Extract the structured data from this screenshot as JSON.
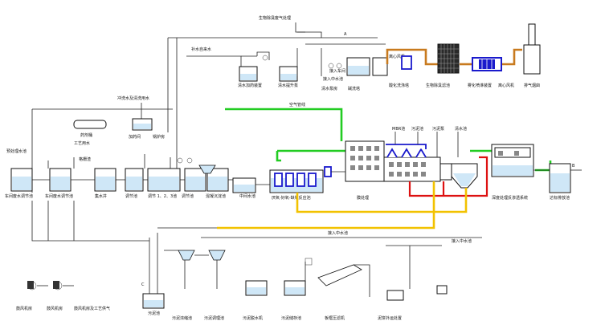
{
  "labels": {
    "exhaust_top": "生物除臭废气处理",
    "fresh_water": "补水自来水",
    "carbon_tower_feed": "清水加药装置",
    "top_pump_1": "清水提升泵",
    "top_pump_2": "清水泵房",
    "top_in": "接入中水池",
    "top_alkali": "碱洗塔",
    "top_acid": "酸化洗涤塔",
    "top_bio": "生物除臭滤池",
    "top_spray": "雾化喷淋装置",
    "top_fan": "离心风机",
    "top_stack": "排气烟囱",
    "top_air_in": "接入车间",
    "desulf_title": "冲洗水及清洗用水",
    "dosing_room": "加药间",
    "boiler": "锅炉房",
    "drum": "药剂桶",
    "mix_pool": "混凝沉淀池",
    "process_water": "工艺用水",
    "sludge_a": "污泥泵",
    "sludge_b": "污泥浓缩池",
    "screen": "格栅渣",
    "pre_tank": "预处理水池",
    "raw_1": "车间废水调节池",
    "raw_2": "车间废水调节池",
    "collect": "集水井",
    "adjust": "调节池",
    "reactor_1": "调节 1、2、3池",
    "air_flot": "调节池",
    "coag": "混凝沉淀池",
    "mid_pool": "中间水池",
    "ao_pool": "厌氧-好氧-缺氧反应池",
    "mbr": "MBR池",
    "sludge_well": "污泥池",
    "sludge_pump": "污泥泵",
    "clear_pool": "清水池",
    "membrane": "膜处理",
    "ro_system": "深度处理反渗透系统",
    "outlet": "达标排放池",
    "bottom_in1": "接入中水池",
    "bottom_in2": "接入中水池",
    "bottom_b1": "污泥池",
    "bottom_b2": "污泥浓缩池",
    "bottom_b3": "污泥调理池",
    "bottom_b4": "污泥脱水机",
    "bottom_b5": "污泥储存池",
    "bottom_b6": "板框压滤机",
    "bottom_b7": "泥饼外运处置",
    "pump_left1": "鼓风机房",
    "pump_left2": "鼓风机房",
    "blower_note": "鼓风机房及工艺供气",
    "blower_label": "空气管线",
    "arrow_a": "A",
    "arrow_b": "B",
    "arrow_c": "C"
  },
  "colors": {
    "air_line": "#22cc22",
    "sludge_line": "#f2c200",
    "return_line": "#dd1111",
    "exhaust_line": "#c87a1e",
    "equipment": "#1a1acc"
  }
}
